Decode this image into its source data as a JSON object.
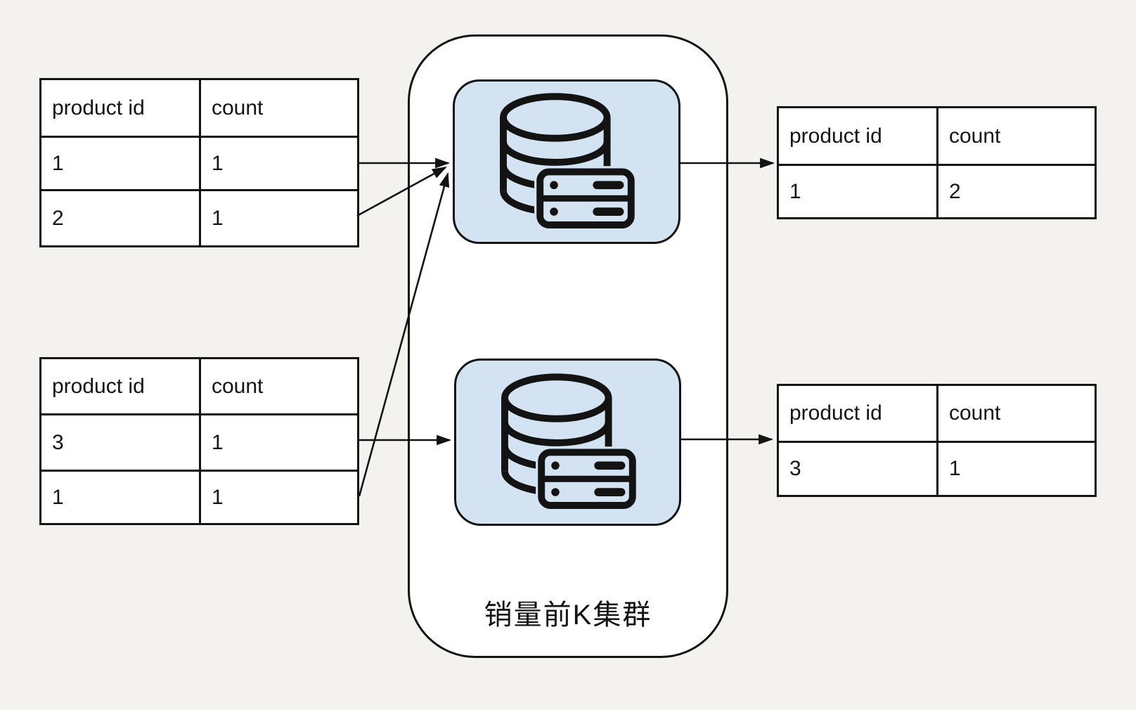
{
  "canvas": {
    "background_color": "#f3f2ee",
    "node_fill_color": "#d4e3f2",
    "line_color": "#131313",
    "table_fill_color": "#ffffff"
  },
  "cluster": {
    "label": "销量前K集群",
    "nodes": [
      {
        "name": "top-database-node",
        "icon": "database-server-icon"
      },
      {
        "name": "bottom-database-node",
        "icon": "database-server-icon"
      }
    ]
  },
  "tables": {
    "input_top": {
      "headers": [
        "product id",
        "count"
      ],
      "rows": [
        [
          "1",
          "1"
        ],
        [
          "2",
          "1"
        ]
      ]
    },
    "input_bottom": {
      "headers": [
        "product id",
        "count"
      ],
      "rows": [
        [
          "3",
          "1"
        ],
        [
          "1",
          "1"
        ]
      ]
    },
    "output_top": {
      "headers": [
        "product id",
        "count"
      ],
      "rows": [
        [
          "1",
          "2"
        ]
      ]
    },
    "output_bottom": {
      "headers": [
        "product id",
        "count"
      ],
      "rows": [
        [
          "3",
          "1"
        ]
      ]
    }
  },
  "edges": [
    {
      "from": "input_top.row1",
      "to": "top-database-node"
    },
    {
      "from": "input_top.row2",
      "to": "top-database-node"
    },
    {
      "from": "input_bottom.row2",
      "to": "top-database-node"
    },
    {
      "from": "input_bottom.row1",
      "to": "bottom-database-node"
    },
    {
      "from": "top-database-node",
      "to": "output_top"
    },
    {
      "from": "bottom-database-node",
      "to": "output_bottom"
    }
  ]
}
